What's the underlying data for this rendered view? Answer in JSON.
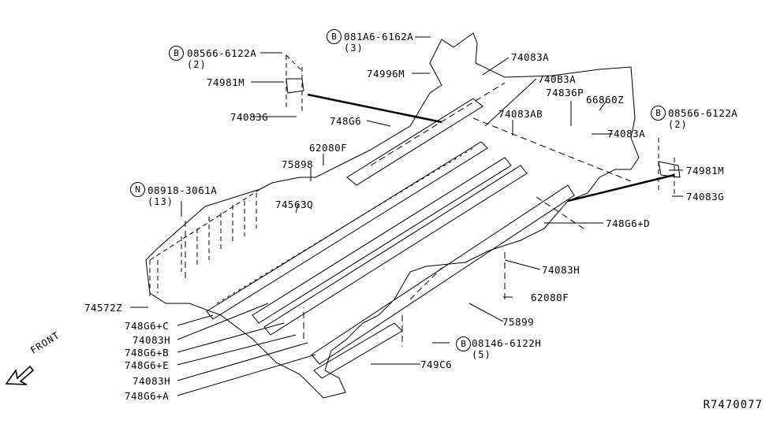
{
  "diagram": {
    "title": "Floor Fitting / Side Member Parts Diagram",
    "reference_code": "R7470077",
    "direction_label": "FRONT",
    "callouts": [
      {
        "id": "c1",
        "part": "08566-6122A",
        "prefix": "B",
        "qty": "(2)"
      },
      {
        "id": "c2",
        "part": "74981M"
      },
      {
        "id": "c3",
        "part": "74083G"
      },
      {
        "id": "c4",
        "part": "081A6-6162A",
        "prefix": "B",
        "qty": "(3)"
      },
      {
        "id": "c5",
        "part": "74996M"
      },
      {
        "id": "c6",
        "part": "74083A"
      },
      {
        "id": "c7",
        "part": "740B3A"
      },
      {
        "id": "c8",
        "part": "74836P"
      },
      {
        "id": "c9",
        "part": "66860Z"
      },
      {
        "id": "c10",
        "part": "74083AB"
      },
      {
        "id": "c11",
        "part": "748G6"
      },
      {
        "id": "c12",
        "part": "08566-6122A",
        "prefix": "B",
        "qty": "(2)"
      },
      {
        "id": "c13",
        "part": "74083A"
      },
      {
        "id": "c14",
        "part": "74981M"
      },
      {
        "id": "c15",
        "part": "74083G"
      },
      {
        "id": "c16",
        "part": "62080F"
      },
      {
        "id": "c17",
        "part": "75898"
      },
      {
        "id": "c18",
        "part": "08918-3061A",
        "prefix": "N",
        "qty": "(13)"
      },
      {
        "id": "c19",
        "part": "74563Q"
      },
      {
        "id": "c20",
        "part": "748G6+D"
      },
      {
        "id": "c21",
        "part": "74083H"
      },
      {
        "id": "c22",
        "part": "62080F"
      },
      {
        "id": "c23",
        "part": "75899"
      },
      {
        "id": "c24",
        "part": "08146-6122H",
        "prefix": "B",
        "qty": "(5)"
      },
      {
        "id": "c25",
        "part": "749C6"
      },
      {
        "id": "c26",
        "part": "74572Z"
      },
      {
        "id": "c27",
        "part": "748G6+C"
      },
      {
        "id": "c28",
        "part": "74083H"
      },
      {
        "id": "c29",
        "part": "748G6+B"
      },
      {
        "id": "c30",
        "part": "748G6+E"
      },
      {
        "id": "c31",
        "part": "74083H"
      },
      {
        "id": "c32",
        "part": "748G6+A"
      }
    ]
  }
}
